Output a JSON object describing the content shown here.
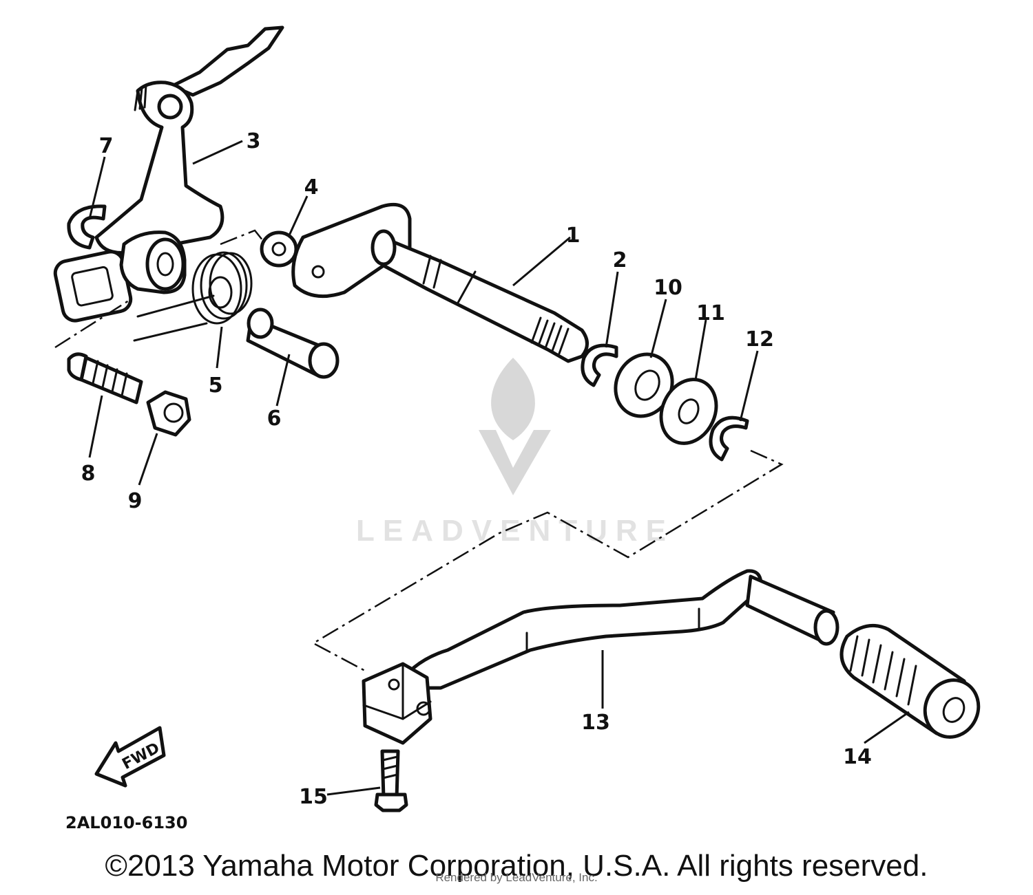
{
  "callouts": {
    "c1": "1",
    "c2": "2",
    "c3": "3",
    "c4": "4",
    "c5": "5",
    "c6": "6",
    "c7": "7",
    "c8": "8",
    "c9": "9",
    "c10": "10",
    "c11": "11",
    "c12": "12",
    "c13": "13",
    "c14": "14",
    "c15": "15"
  },
  "diagram_code": "2AL010-6130",
  "fwd_label": "FWD",
  "watermark": {
    "brand": "LEADVENTURE"
  },
  "footer": {
    "copyright": "©2013 Yamaha Motor Corporation, U.S.A. All rights reserved.",
    "rendered_by": "Rendered by LeadVenture, Inc."
  }
}
